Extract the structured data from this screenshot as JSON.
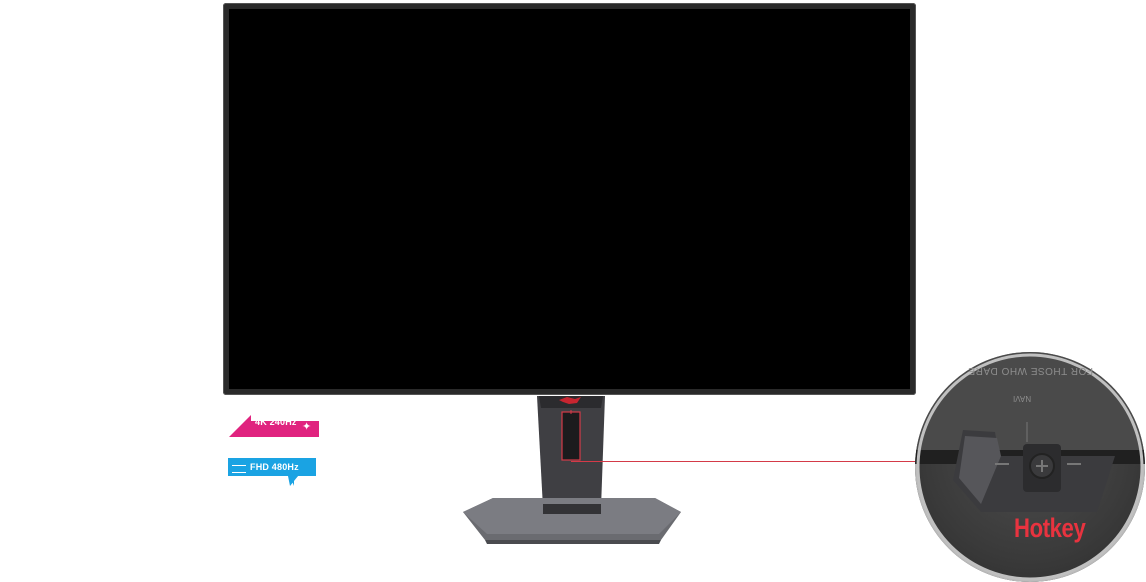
{
  "badges": {
    "uhd": {
      "label": "4K 240Hz",
      "color": "#e0237f"
    },
    "fhd": {
      "label": "FHD 480Hz",
      "color": "#1aa3e3"
    }
  },
  "callout": {
    "label": "Hotkey",
    "color": "#e8333f",
    "engraving_top": "FOR THOSE WHO DARE",
    "engraving_mid": "NAVI"
  },
  "icons": {
    "rog-logo": "rog-logo-icon",
    "sparkle": "sparkle-icon",
    "speed-lines": "speed-lines-icon"
  }
}
